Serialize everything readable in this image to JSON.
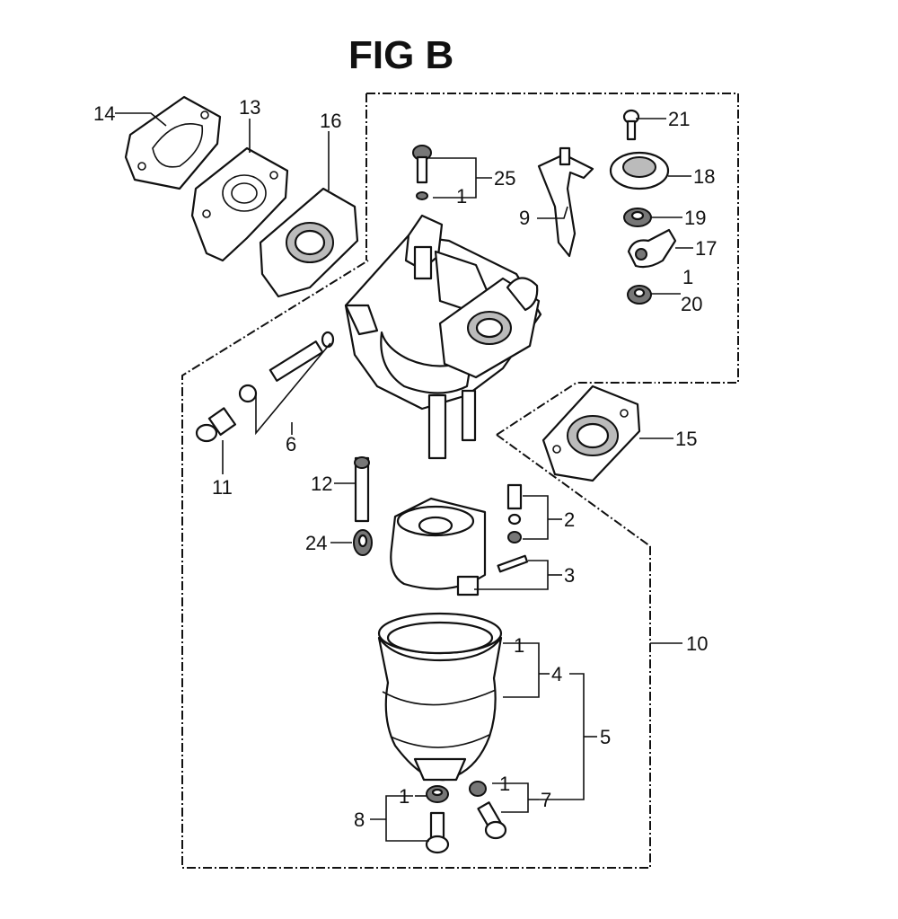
{
  "figure": {
    "title": "FIG B"
  },
  "callouts": [
    {
      "id": "c14",
      "text": "14"
    },
    {
      "id": "c13",
      "text": "13"
    },
    {
      "id": "c16",
      "text": "16"
    },
    {
      "id": "c21",
      "text": "21"
    },
    {
      "id": "c25",
      "text": "25"
    },
    {
      "id": "c1a",
      "text": "1"
    },
    {
      "id": "c18",
      "text": "18"
    },
    {
      "id": "c9",
      "text": "9"
    },
    {
      "id": "c19",
      "text": "19"
    },
    {
      "id": "c17",
      "text": "17"
    },
    {
      "id": "c1b",
      "text": "1"
    },
    {
      "id": "c20",
      "text": "20"
    },
    {
      "id": "c15",
      "text": "15"
    },
    {
      "id": "c6",
      "text": "6"
    },
    {
      "id": "c11",
      "text": "11"
    },
    {
      "id": "c12",
      "text": "12"
    },
    {
      "id": "c24",
      "text": "24"
    },
    {
      "id": "c2",
      "text": "2"
    },
    {
      "id": "c3",
      "text": "3"
    },
    {
      "id": "c10",
      "text": "10"
    },
    {
      "id": "c1c",
      "text": "1"
    },
    {
      "id": "c4",
      "text": "4"
    },
    {
      "id": "c5",
      "text": "5"
    },
    {
      "id": "c1d",
      "text": "1"
    },
    {
      "id": "c1e",
      "text": "1"
    },
    {
      "id": "c7",
      "text": "7"
    },
    {
      "id": "c8",
      "text": "8"
    }
  ]
}
